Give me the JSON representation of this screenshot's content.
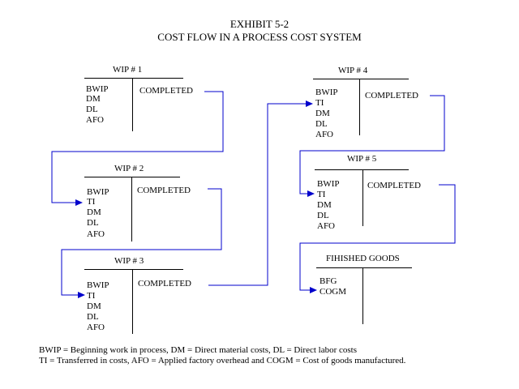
{
  "title": {
    "line1": "EXHIBIT 5-2",
    "line2": "COST FLOW IN A PROCESS COST SYSTEM"
  },
  "accounts": [
    {
      "name": "WIP # 1",
      "debits": [
        "BWIP",
        "DM",
        "DL",
        "AFO"
      ],
      "credit": "COMPLETED"
    },
    {
      "name": "WIP # 2",
      "debits": [
        "BWIP",
        "TI",
        "DM",
        "DL",
        "AFO"
      ],
      "credit": "COMPLETED"
    },
    {
      "name": "WIP # 3",
      "debits": [
        "BWIP",
        "TI",
        "DM",
        "DL",
        "AFO"
      ],
      "credit": "COMPLETED"
    },
    {
      "name": "WIP # 4",
      "debits": [
        "BWIP",
        "TI",
        "DM",
        "DL",
        "AFO"
      ],
      "credit": "COMPLETED"
    },
    {
      "name": "WIP # 5",
      "debits": [
        "BWIP",
        "TI",
        "DM",
        "DL",
        "AFO"
      ],
      "credit": "COMPLETED"
    },
    {
      "name": "FIHISHED GOODS",
      "debits": [
        "BFG",
        "COGM"
      ],
      "credit": ""
    }
  ],
  "flow_color": "#0000cc",
  "legend": {
    "line1": "BWIP = Beginning work in process, DM = Direct material costs, DL = Direct labor costs",
    "line2": "TI = Transferred in costs, AFO = Applied factory overhead  and  COGM =  Cost of goods manufactured."
  }
}
